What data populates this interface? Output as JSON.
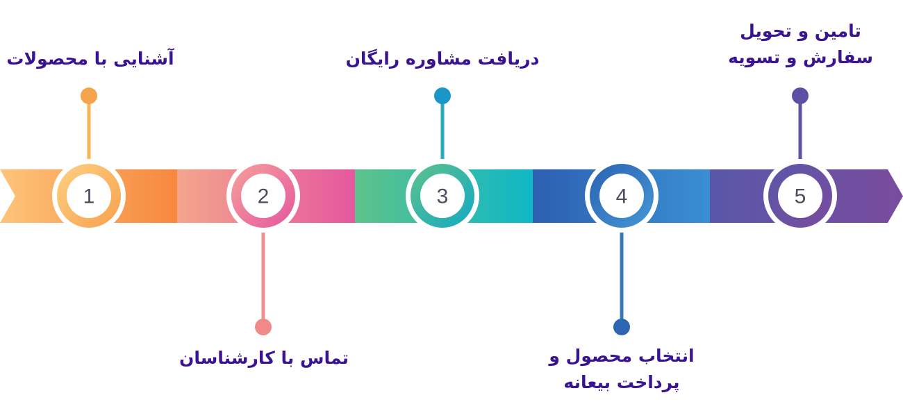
{
  "steps": [
    {
      "number": "1",
      "lines": [
        "آشنایی با  محصولات"
      ],
      "color": "#f8a04a",
      "light": "#fdd083",
      "position": "top"
    },
    {
      "number": "2",
      "lines": [
        "تماس با کارشناسان"
      ],
      "color": "#ef7e8e",
      "light": "#f3a58c",
      "position": "bottom"
    },
    {
      "number": "3",
      "lines": [
        "دریافت مشاوره رایگان"
      ],
      "color": "#1aa8c0",
      "light": "#5ec28a",
      "position": "top"
    },
    {
      "number": "4",
      "lines": [
        "انتخاب محصول و",
        "پرداخت بیعانه"
      ],
      "color": "#2f72b8",
      "light": "#3a8ed0",
      "position": "bottom"
    },
    {
      "number": "5",
      "lines": [
        "تامین و تحویل",
        "سفارش و تسویه"
      ],
      "color": "#5e53a6",
      "light": "#7a4fa0",
      "position": "top"
    }
  ],
  "colors": {
    "label_text": "#3a1390",
    "number_text": "#4a4e5c"
  }
}
